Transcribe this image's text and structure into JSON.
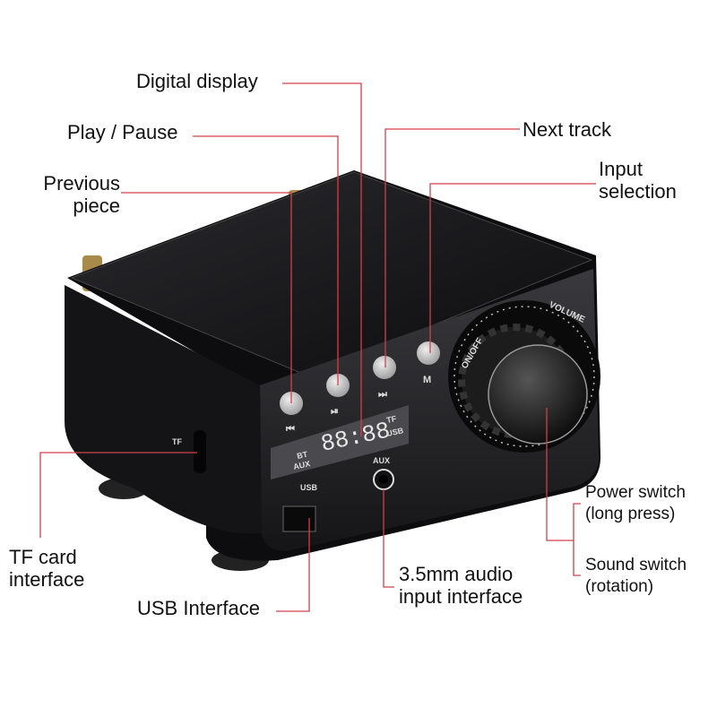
{
  "callouts": {
    "digital_display": "Digital display",
    "play_pause": "Play / Pause",
    "previous_piece": [
      "Previous",
      "piece"
    ],
    "next_track": "Next track",
    "input_selection": [
      "Input",
      "selection"
    ],
    "tf_card": [
      "TF card",
      "interface"
    ],
    "usb_interface": "USB Interface",
    "audio_input": [
      "3.5mm audio",
      "input interface"
    ],
    "power_switch": [
      "Power switch",
      "(long press)"
    ],
    "sound_switch": [
      "Sound switch",
      "(rotation)"
    ]
  },
  "device": {
    "display_time": "88:88",
    "display_left_top": "BT",
    "display_left_bottom": "AUX",
    "display_right_top": "TF",
    "display_right_bottom": "USB",
    "aux_label": "AUX",
    "usb_label": "USB",
    "tf_label": "TF",
    "mode_button_label": "M",
    "knob_label_onoff": "ON/OFF",
    "knob_label_volume": "VOLUME"
  },
  "colors": {
    "callout_line": "#d2404a",
    "body": "#1a1a1c",
    "button": "#c8c8c8"
  }
}
